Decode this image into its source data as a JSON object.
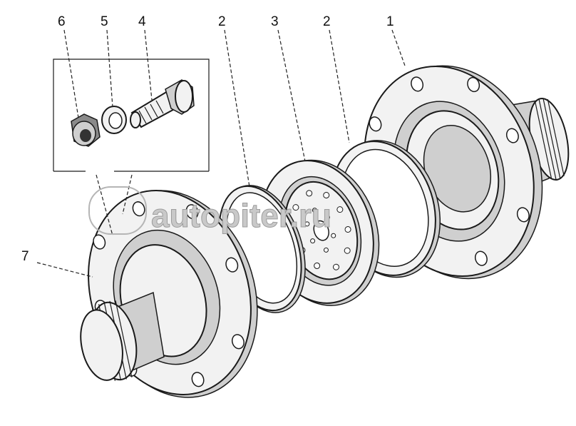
{
  "diagram": {
    "callouts": [
      {
        "id": "6",
        "part": "nut"
      },
      {
        "id": "5",
        "part": "washer"
      },
      {
        "id": "4",
        "part": "bolt"
      },
      {
        "id": "2",
        "part": "ring-left"
      },
      {
        "id": "3",
        "part": "disk"
      },
      {
        "id": "2",
        "part": "ring-right"
      },
      {
        "id": "1",
        "part": "flange-right"
      },
      {
        "id": "7",
        "part": "flange-left"
      }
    ],
    "watermark": "autopiter.ru"
  }
}
